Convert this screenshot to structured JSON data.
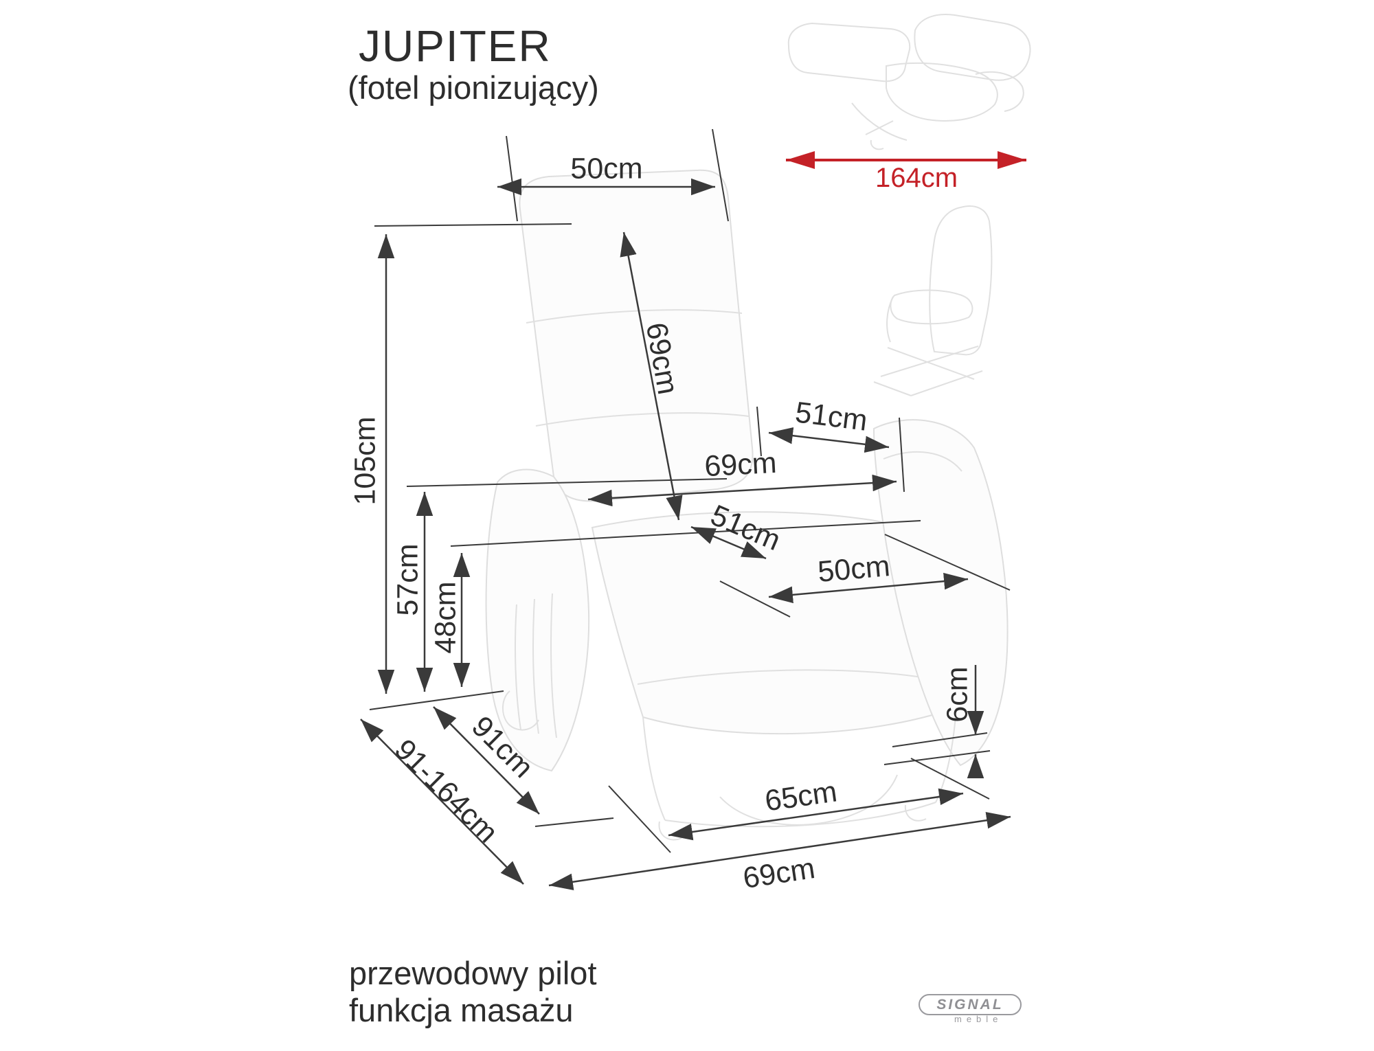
{
  "header": {
    "title": "JUPITER",
    "subtitle": "(fotel pionizujący)"
  },
  "dims": {
    "backrest_top_width": "50cm",
    "overall_height": "105cm",
    "backrest_height": "69cm",
    "armrest_height": "57cm",
    "seat_height": "48cm",
    "armrest_span": "51cm",
    "overall_depth_upper": "69cm",
    "seat_depth": "51cm",
    "seat_width": "50cm",
    "base_clearance": "6cm",
    "base_width": "65cm",
    "overall_width": "69cm",
    "depth_compact": "91cm",
    "depth_reclined_range": "91-164cm",
    "length_reclined": "164cm"
  },
  "footer": {
    "line1": "przewodowy pilot",
    "line2": "funkcja masażu"
  },
  "logo": {
    "brand": "SIGNAL",
    "sub": "meble"
  },
  "colors": {
    "dimension_ink": "#3a3a3a",
    "accent_red": "#c42127",
    "sketch_gray": "#e0e0e0",
    "logo_gray": "#9a9a9e"
  }
}
